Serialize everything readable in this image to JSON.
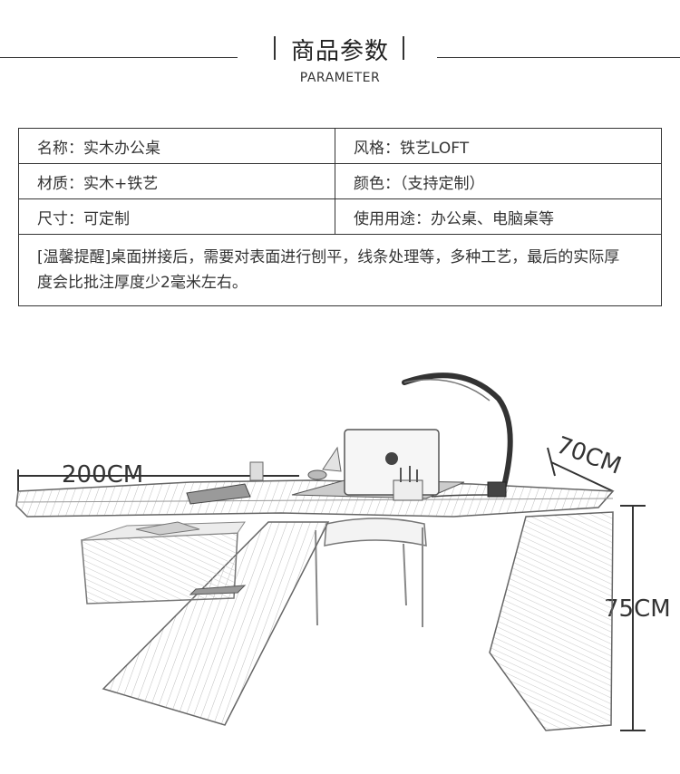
{
  "header": {
    "title": "商品参数",
    "subtitle": "PARAMETER"
  },
  "params": {
    "rows": [
      [
        "名称：实木办公桌",
        "风格：铁艺LOFT"
      ],
      [
        "材质：实木+铁艺",
        "颜色：（支持定制）"
      ],
      [
        "尺寸：可定制",
        "使用用途：办公桌、电脑桌等"
      ]
    ],
    "note": "[温馨提醒]桌面拼接后，需要对表面进行刨平，线条处理等，多种工艺，最后的实际厚度会比批注厚度少2毫米左右。"
  },
  "drawing": {
    "width_label": "200CM",
    "depth_label": "70CM",
    "height_label": "75CM"
  }
}
